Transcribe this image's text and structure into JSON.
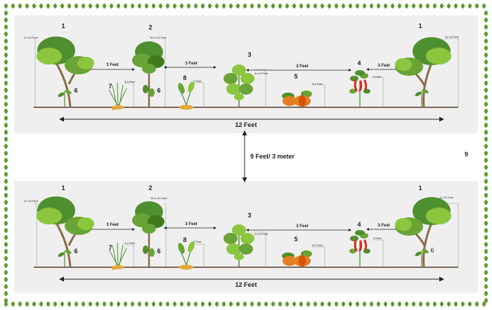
{
  "colors": {
    "panel": "#efefef",
    "ground": "#7b6a5a",
    "leaf_dark": "#4f8f2f",
    "leaf_light": "#8cc63f",
    "trunk": "#8b6b45",
    "pumpkin": "#e67e22",
    "chili": "#d62d20",
    "ginger": "#e5a93a",
    "border_leaf": "#6aa336"
  },
  "center_label": "9 Feet/ 3 meter",
  "right_edge_label": "9",
  "panels": [
    {
      "plants": [
        {
          "label": "1",
          "kind": "tree"
        },
        {
          "label": "2",
          "kind": "pole-tree"
        },
        {
          "label": "3",
          "kind": "bush"
        },
        {
          "label": "4",
          "kind": "chili"
        },
        {
          "label": "1",
          "kind": "tree"
        },
        {
          "label": "6",
          "kind": "seedling"
        },
        {
          "label": "7",
          "kind": "grass"
        },
        {
          "label": "6",
          "kind": "seedling"
        },
        {
          "label": "8",
          "kind": "ginger"
        },
        {
          "label": "5",
          "kind": "pumpkin"
        }
      ],
      "height_labels": [
        "11 1/2 Feet",
        "16 to 33 Feet",
        "2-4 Feet",
        "2 Feet",
        "3 to 5 Feet",
        "3-4 Feet",
        "2 Feet",
        "11 1/2 Feet"
      ],
      "spacing_labels": [
        "3 Feet",
        "3 Feet",
        "3 Feet",
        "3 Feet"
      ],
      "row_width_label": "12 Feet"
    },
    {
      "plants": [
        {
          "label": "1",
          "kind": "tree"
        },
        {
          "label": "2",
          "kind": "pole-tree"
        },
        {
          "label": "3",
          "kind": "bush"
        },
        {
          "label": "4",
          "kind": "chili"
        },
        {
          "label": "1",
          "kind": "tree"
        },
        {
          "label": "6",
          "kind": "seedling"
        },
        {
          "label": "7",
          "kind": "grass"
        },
        {
          "label": "6",
          "kind": "seedling"
        },
        {
          "label": "8",
          "kind": "ginger"
        },
        {
          "label": "5",
          "kind": "pumpkin"
        },
        {
          "label": "6",
          "kind": "seedling"
        }
      ],
      "height_labels": [
        "11 1/2 Feet",
        "16 to 33 Feet",
        "2-4 Feet",
        "2 Feet",
        "3 to 5 Feet",
        "3-4 Feet",
        "2 Feet",
        "11 1/2 Feet"
      ],
      "spacing_labels": [
        "3 Feet",
        "3 Feet",
        "3 Feet",
        "3 Feet"
      ],
      "row_width_label": "12 Feet"
    }
  ]
}
